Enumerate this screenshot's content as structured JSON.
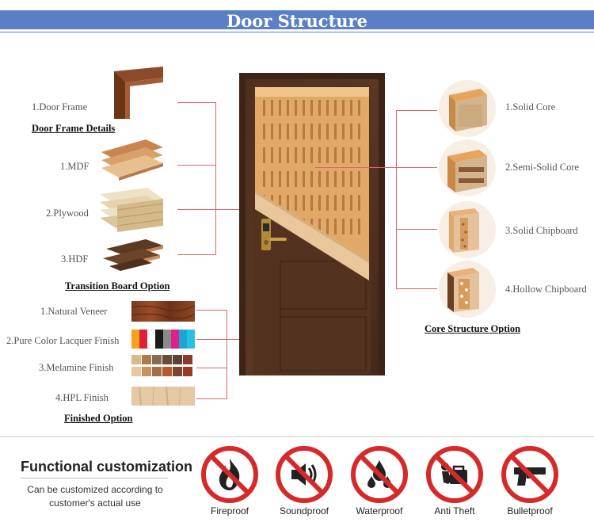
{
  "header": {
    "title": "Door Structure"
  },
  "frame": {
    "label": "1.Door Frame",
    "details_title": "Door Frame Details"
  },
  "transition": {
    "items": [
      {
        "label": "1.MDF"
      },
      {
        "label": "2.Plywood"
      },
      {
        "label": "3.HDF"
      }
    ],
    "title": "Transition Board Option"
  },
  "finished": {
    "items": [
      {
        "label": "1.Natural Veneer"
      },
      {
        "label": "2.Pure Color Lacquer Finish"
      },
      {
        "label": "3.Melamine Finish"
      },
      {
        "label": "4.HPL Finish"
      }
    ],
    "title": "Finished Option"
  },
  "core": {
    "items": [
      {
        "label": "1.Solid Core"
      },
      {
        "label": "2.Semi-Solid Core"
      },
      {
        "label": "3.Solid Chipboard"
      },
      {
        "label": "4.Hollow Chipboard"
      }
    ],
    "title": "Core Structure Option"
  },
  "functional": {
    "title": "Functional customization",
    "subtitle_line1": "Can be customized according to",
    "subtitle_line2": "customer's actual use",
    "icons": [
      {
        "label": "Fireproof",
        "icon": "fire-icon"
      },
      {
        "label": "Soundproof",
        "icon": "speaker-icon"
      },
      {
        "label": "Waterproof",
        "icon": "water-drops-icon"
      },
      {
        "label": "Anti Theft",
        "icon": "thief-bag-icon"
      },
      {
        "label": "Bulletproof",
        "icon": "gun-icon"
      }
    ]
  },
  "colors": {
    "accent": "#5a7fc4",
    "line": "#e0636d",
    "prohibit": "#d42a2a",
    "door": "#4a2e1f"
  }
}
